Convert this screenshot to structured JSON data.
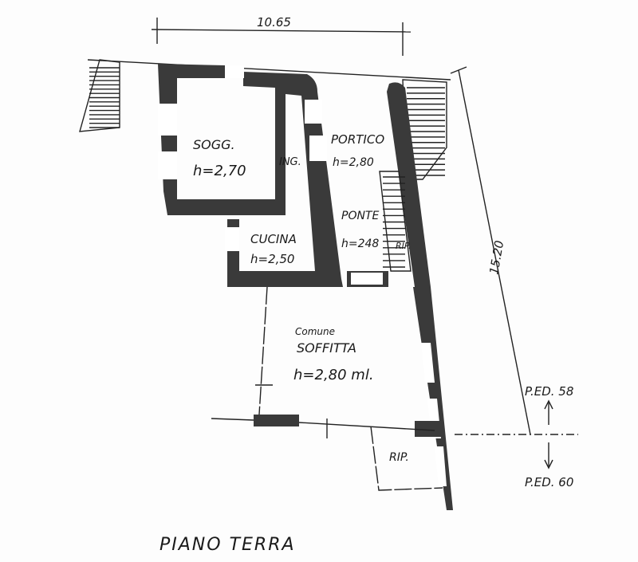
{
  "title": "PIANO TERRA",
  "dimensions": {
    "width": "10.65",
    "depth": "15.20"
  },
  "rooms": [
    {
      "name": "SOGG.",
      "height": "h=2,70"
    },
    {
      "name": "ING.",
      "height": ""
    },
    {
      "name": "PORTICO",
      "height": "h=2,80"
    },
    {
      "name": "CUCINA",
      "height": "h=2,50"
    },
    {
      "name": "PONTE",
      "height": "h=248"
    },
    {
      "name": "RIP.",
      "height": ""
    },
    {
      "name": "SOFFITTA",
      "note": "Comune",
      "height": "h=2,80 ml."
    },
    {
      "name": "RIP.",
      "height": ""
    }
  ],
  "parcels": {
    "upper": "P.ED. 58",
    "lower": "P.ED. 60"
  },
  "colors": {
    "wall": "#3a3a3a",
    "line": "#222222"
  }
}
